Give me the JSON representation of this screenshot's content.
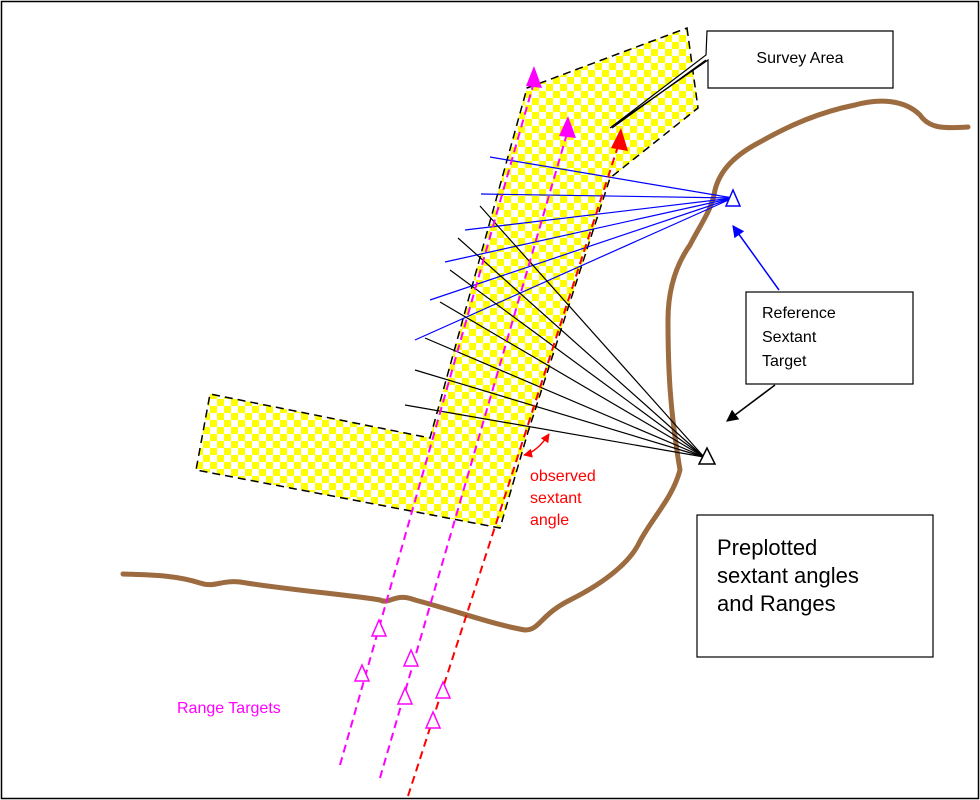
{
  "labels": {
    "survey_area": "Survey Area",
    "reference_target": [
      "Reference",
      "Sextant",
      "Target"
    ],
    "observed_angle": [
      "observed",
      "sextant",
      "angle"
    ],
    "preplotted": [
      "Preplotted",
      "sextant angles",
      "and Ranges"
    ],
    "range_targets": "Range Targets"
  },
  "colors": {
    "coastline": "#9c6b3f",
    "range_lines": "#ff00ff",
    "sextant_line": "#ff0000",
    "reference_rays": "#0000ff",
    "fix_rays": "#000000",
    "survey_fill": "#ffff00"
  }
}
